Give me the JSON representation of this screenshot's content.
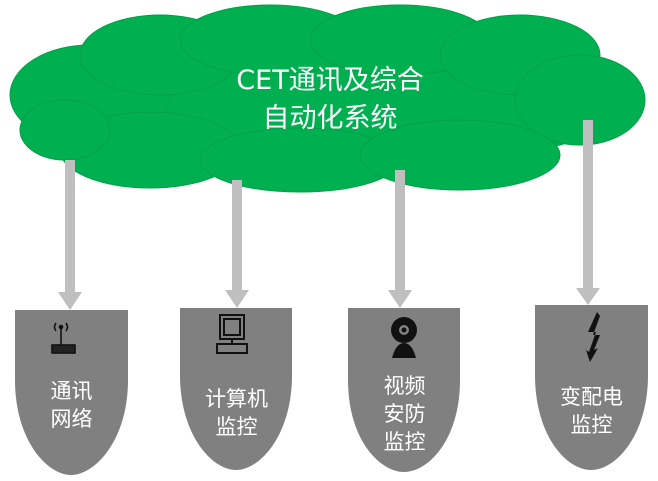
{
  "cloud": {
    "line1": "CET通讯及综合",
    "line2": "自动化系统"
  },
  "nodes": [
    {
      "icon": "router-icon",
      "line1": "通讯",
      "line2": "网络"
    },
    {
      "icon": "computer-icon",
      "line1": "计算机",
      "line2": "监控"
    },
    {
      "icon": "webcam-icon",
      "line1": "视频",
      "line2": "安防",
      "line3": "监控"
    },
    {
      "icon": "lightning-icon",
      "line1": "变配电",
      "line2": "监控"
    }
  ],
  "colors": {
    "cloud": "#00b050",
    "shield": "#808080",
    "arrow": "#bfbfbf"
  }
}
